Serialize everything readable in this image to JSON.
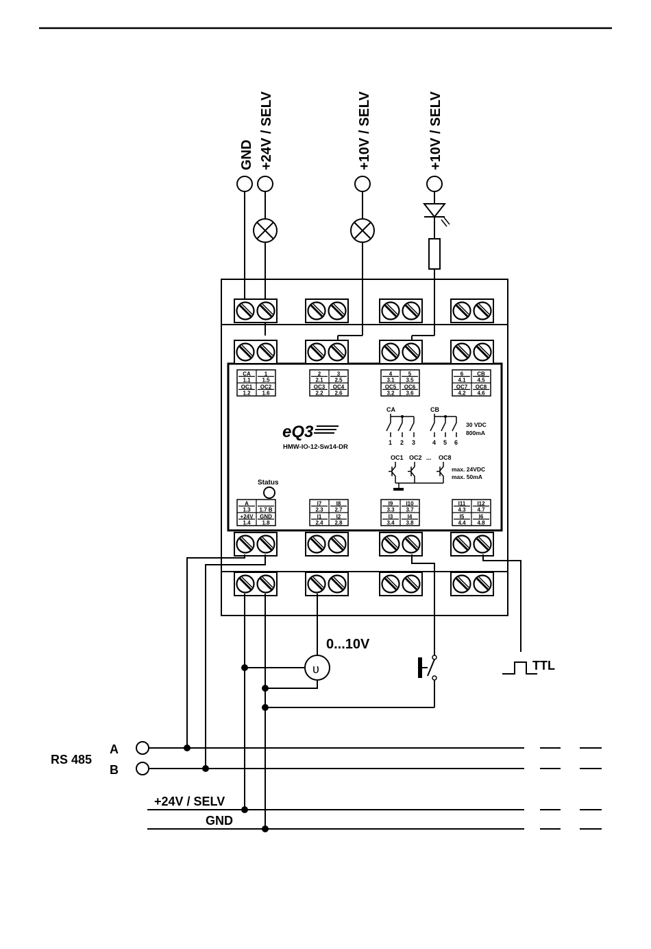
{
  "supplies": {
    "gnd": "GND",
    "selv24": "+24V / SELV",
    "selv10_a": "+10V / SELV",
    "selv10_b": "+10V / SELV"
  },
  "device": {
    "brand": "eQ3",
    "model": "HMW-IO-12-Sw14-DR",
    "status_label": "Status"
  },
  "top_labels": {
    "b1": {
      "r1c1": "CA",
      "r1c2": "1",
      "r2c1": "1.1",
      "r2c2": "1.5",
      "r3c1": "OC1",
      "r3c2": "OC2",
      "r4c1": "1.2",
      "r4c2": "1.6"
    },
    "b2": {
      "r1c1": "2",
      "r1c2": "3",
      "r2c1": "2.1",
      "r2c2": "2.5",
      "r3c1": "OC3",
      "r3c2": "OC4",
      "r4c1": "2.2",
      "r4c2": "2.6"
    },
    "b3": {
      "r1c1": "4",
      "r1c2": "5",
      "r2c1": "3.1",
      "r2c2": "3.5",
      "r3c1": "OC5",
      "r3c2": "OC6",
      "r4c1": "3.2",
      "r4c2": "3.6"
    },
    "b4": {
      "r1c1": "6",
      "r1c2": "CB",
      "r2c1": "4.1",
      "r2c2": "4.5",
      "r3c1": "OC7",
      "r3c2": "OC8",
      "r4c1": "4.2",
      "r4c2": "4.6"
    }
  },
  "bottom_labels": {
    "b1": {
      "r1c1": "A",
      "r1c2": "",
      "r2c1": "1.3",
      "r2c2": "1.7 B",
      "r3c1": "+24V",
      "r3c2": "GND",
      "r4c1": "1.4",
      "r4c2": "1.8"
    },
    "b2": {
      "r1c1": "I7",
      "r1c2": "I8",
      "r2c1": "2.3",
      "r2c2": "2.7",
      "r3c1": "I1",
      "r3c2": "I2",
      "r4c1": "2.4",
      "r4c2": "2.8"
    },
    "b3": {
      "r1c1": "I9",
      "r1c2": "I10",
      "r2c1": "3.3",
      "r2c2": "3.7",
      "r3c1": "I3",
      "r3c2": "I4",
      "r4c1": "3.4",
      "r4c2": "3.8"
    },
    "b4": {
      "r1c1": "I11",
      "r1c2": "I12",
      "r2c1": "4.3",
      "r2c2": "4.7",
      "r3c1": "I5",
      "r3c2": "I6",
      "r4c1": "4.4",
      "r4c2": "4.8"
    }
  },
  "schematic": {
    "ca": "CA",
    "cb": "CB",
    "n1": "1",
    "n2": "2",
    "n3": "3",
    "n4": "4",
    "n5": "5",
    "n6": "6",
    "relay_v": "30 VDC",
    "relay_i": "800mA",
    "oc1": "OC1",
    "oc2": "OC2",
    "dots": "...",
    "oc8": "OC8",
    "oc_v": "max. 24VDC",
    "oc_i": "max. 50mA"
  },
  "inputs": {
    "analog": "0...10V",
    "ttl": "TTL"
  },
  "bus": {
    "rs485": "RS 485",
    "a": "A",
    "b": "B",
    "selv24": "+24V / SELV",
    "gnd": "GND"
  }
}
